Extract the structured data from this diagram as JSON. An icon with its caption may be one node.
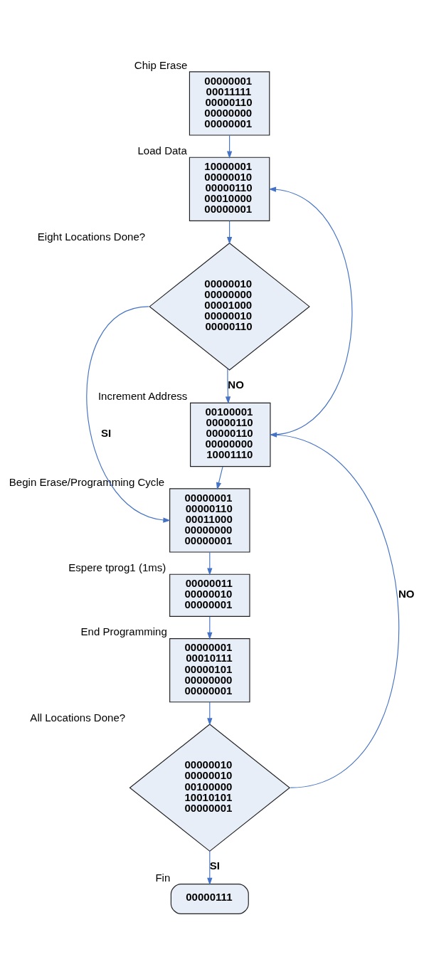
{
  "diagram": {
    "nodes": [
      {
        "text": [
          "00000001",
          "00011111",
          "00000110",
          "00000000",
          "00000001"
        ],
        "beside": [
          "Chip Erase"
        ]
      },
      {
        "text": [
          "10000001",
          "00000010",
          "00000110",
          "00010000",
          "00000001"
        ],
        "beside": [
          "Load Data"
        ]
      },
      {
        "text": [
          "00000010",
          "00000000",
          "00001000",
          "00000010",
          "00000110"
        ],
        "beside": [
          "Eight Locations Done?"
        ]
      },
      {
        "text": [
          "00100001",
          "00000110",
          "00000110",
          "00000000",
          "10001110"
        ],
        "beside": [
          "Increment Address"
        ]
      },
      {
        "text": [
          "00000001",
          "00000110",
          "00011000",
          "00000000",
          "00000001"
        ],
        "beside": [
          "Begin Erase/Programming Cycle"
        ]
      },
      {
        "text": [
          "00000011",
          "00000010",
          "00000001"
        ],
        "beside": [
          "Espere tprog1 (1ms)"
        ]
      },
      {
        "text": [
          "00000001",
          "00010111",
          "00000101",
          "00000000",
          "00000001"
        ],
        "beside": [
          "End Programming"
        ]
      },
      {
        "text": [
          "00000010",
          "00000010",
          "00100000",
          "10010101",
          "00000001"
        ],
        "beside": [
          "All Locations Done?"
        ]
      },
      {
        "text": [
          "00000111"
        ],
        "beside": [
          "Fin"
        ]
      }
    ],
    "edges": [
      {
        "from": 0,
        "to": 1,
        "arrow": "to"
      },
      {
        "from": 1,
        "to": 2,
        "arrow": "to"
      },
      {
        "from": 2,
        "to": 3,
        "arrow": "to",
        "label": "NO"
      },
      {
        "from": 3,
        "to": 1,
        "arrow": "to"
      },
      {
        "from": 2,
        "to": 4,
        "arrow": "to",
        "label": "SI"
      },
      {
        "from": 3,
        "to": 4,
        "arrow": "to"
      },
      {
        "from": 4,
        "to": 5,
        "arrow": "to"
      },
      {
        "from": 5,
        "to": 6,
        "arrow": "to"
      },
      {
        "from": 6,
        "to": 7,
        "arrow": "to"
      },
      {
        "from": 7,
        "to": 3,
        "arrow": "to",
        "label": "NO"
      },
      {
        "from": 7,
        "to": 8,
        "arrow": "to",
        "label": "SI"
      }
    ]
  }
}
